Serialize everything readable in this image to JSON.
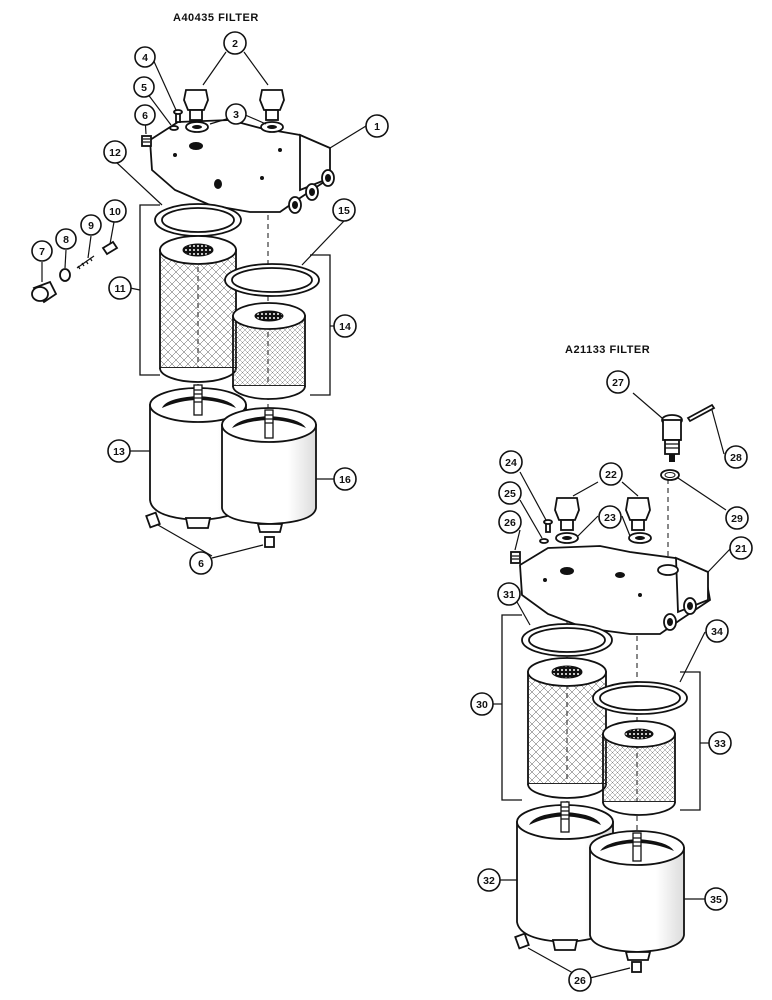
{
  "titles": {
    "left": "A40435 FILTER",
    "right": "A21133 FILTER"
  },
  "callouts": {
    "c1": "1",
    "c2": "2",
    "c3": "3",
    "c4": "4",
    "c5": "5",
    "c6": "6",
    "c7": "7",
    "c8": "8",
    "c9": "9",
    "c10": "10",
    "c11": "11",
    "c12": "12",
    "c13": "13",
    "c14": "14",
    "c15": "15",
    "c16": "16",
    "c6b": "6",
    "c21": "21",
    "c22": "22",
    "c23": "23",
    "c24": "24",
    "c25": "25",
    "c26": "26",
    "c27": "27",
    "c28": "28",
    "c29": "29",
    "c30": "30",
    "c31": "31",
    "c32": "32",
    "c33": "33",
    "c34": "34",
    "c35": "35",
    "c26b": "26"
  }
}
